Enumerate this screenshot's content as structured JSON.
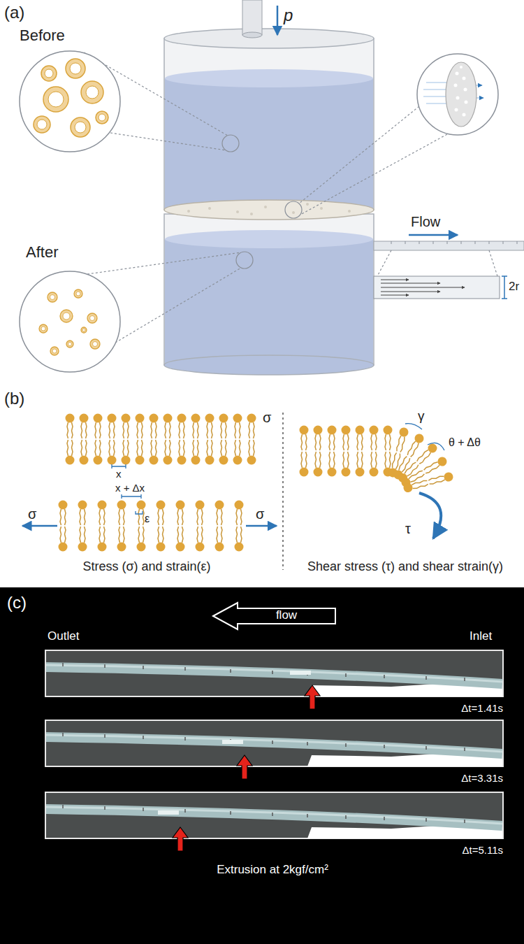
{
  "diagram": {
    "nodes": [
      {
        "text": [
          "Before"
        ]
      },
      {
        "text": [
          "After"
        ]
      },
      {
        "text": [
          "Δt=1.41s"
        ]
      },
      {
        "text": [
          "Δt=3.31s"
        ]
      },
      {
        "text": [
          "Δt=5.11s"
        ]
      }
    ],
    "labels": [
      "(a)",
      "p⃗",
      "Flow",
      "2r",
      "(b)",
      "σ",
      "x",
      "σ",
      "σ",
      "x + Δx",
      "ε",
      "Stress (σ) and strain(ε)",
      "γ",
      "θ + Δθ",
      "τ",
      "Shear stress (τ) and shear strain(γ)",
      "(c)",
      "flow",
      "Outlet",
      "Inlet",
      "Extrusion at 2kgf/cm²"
    ]
  }
}
